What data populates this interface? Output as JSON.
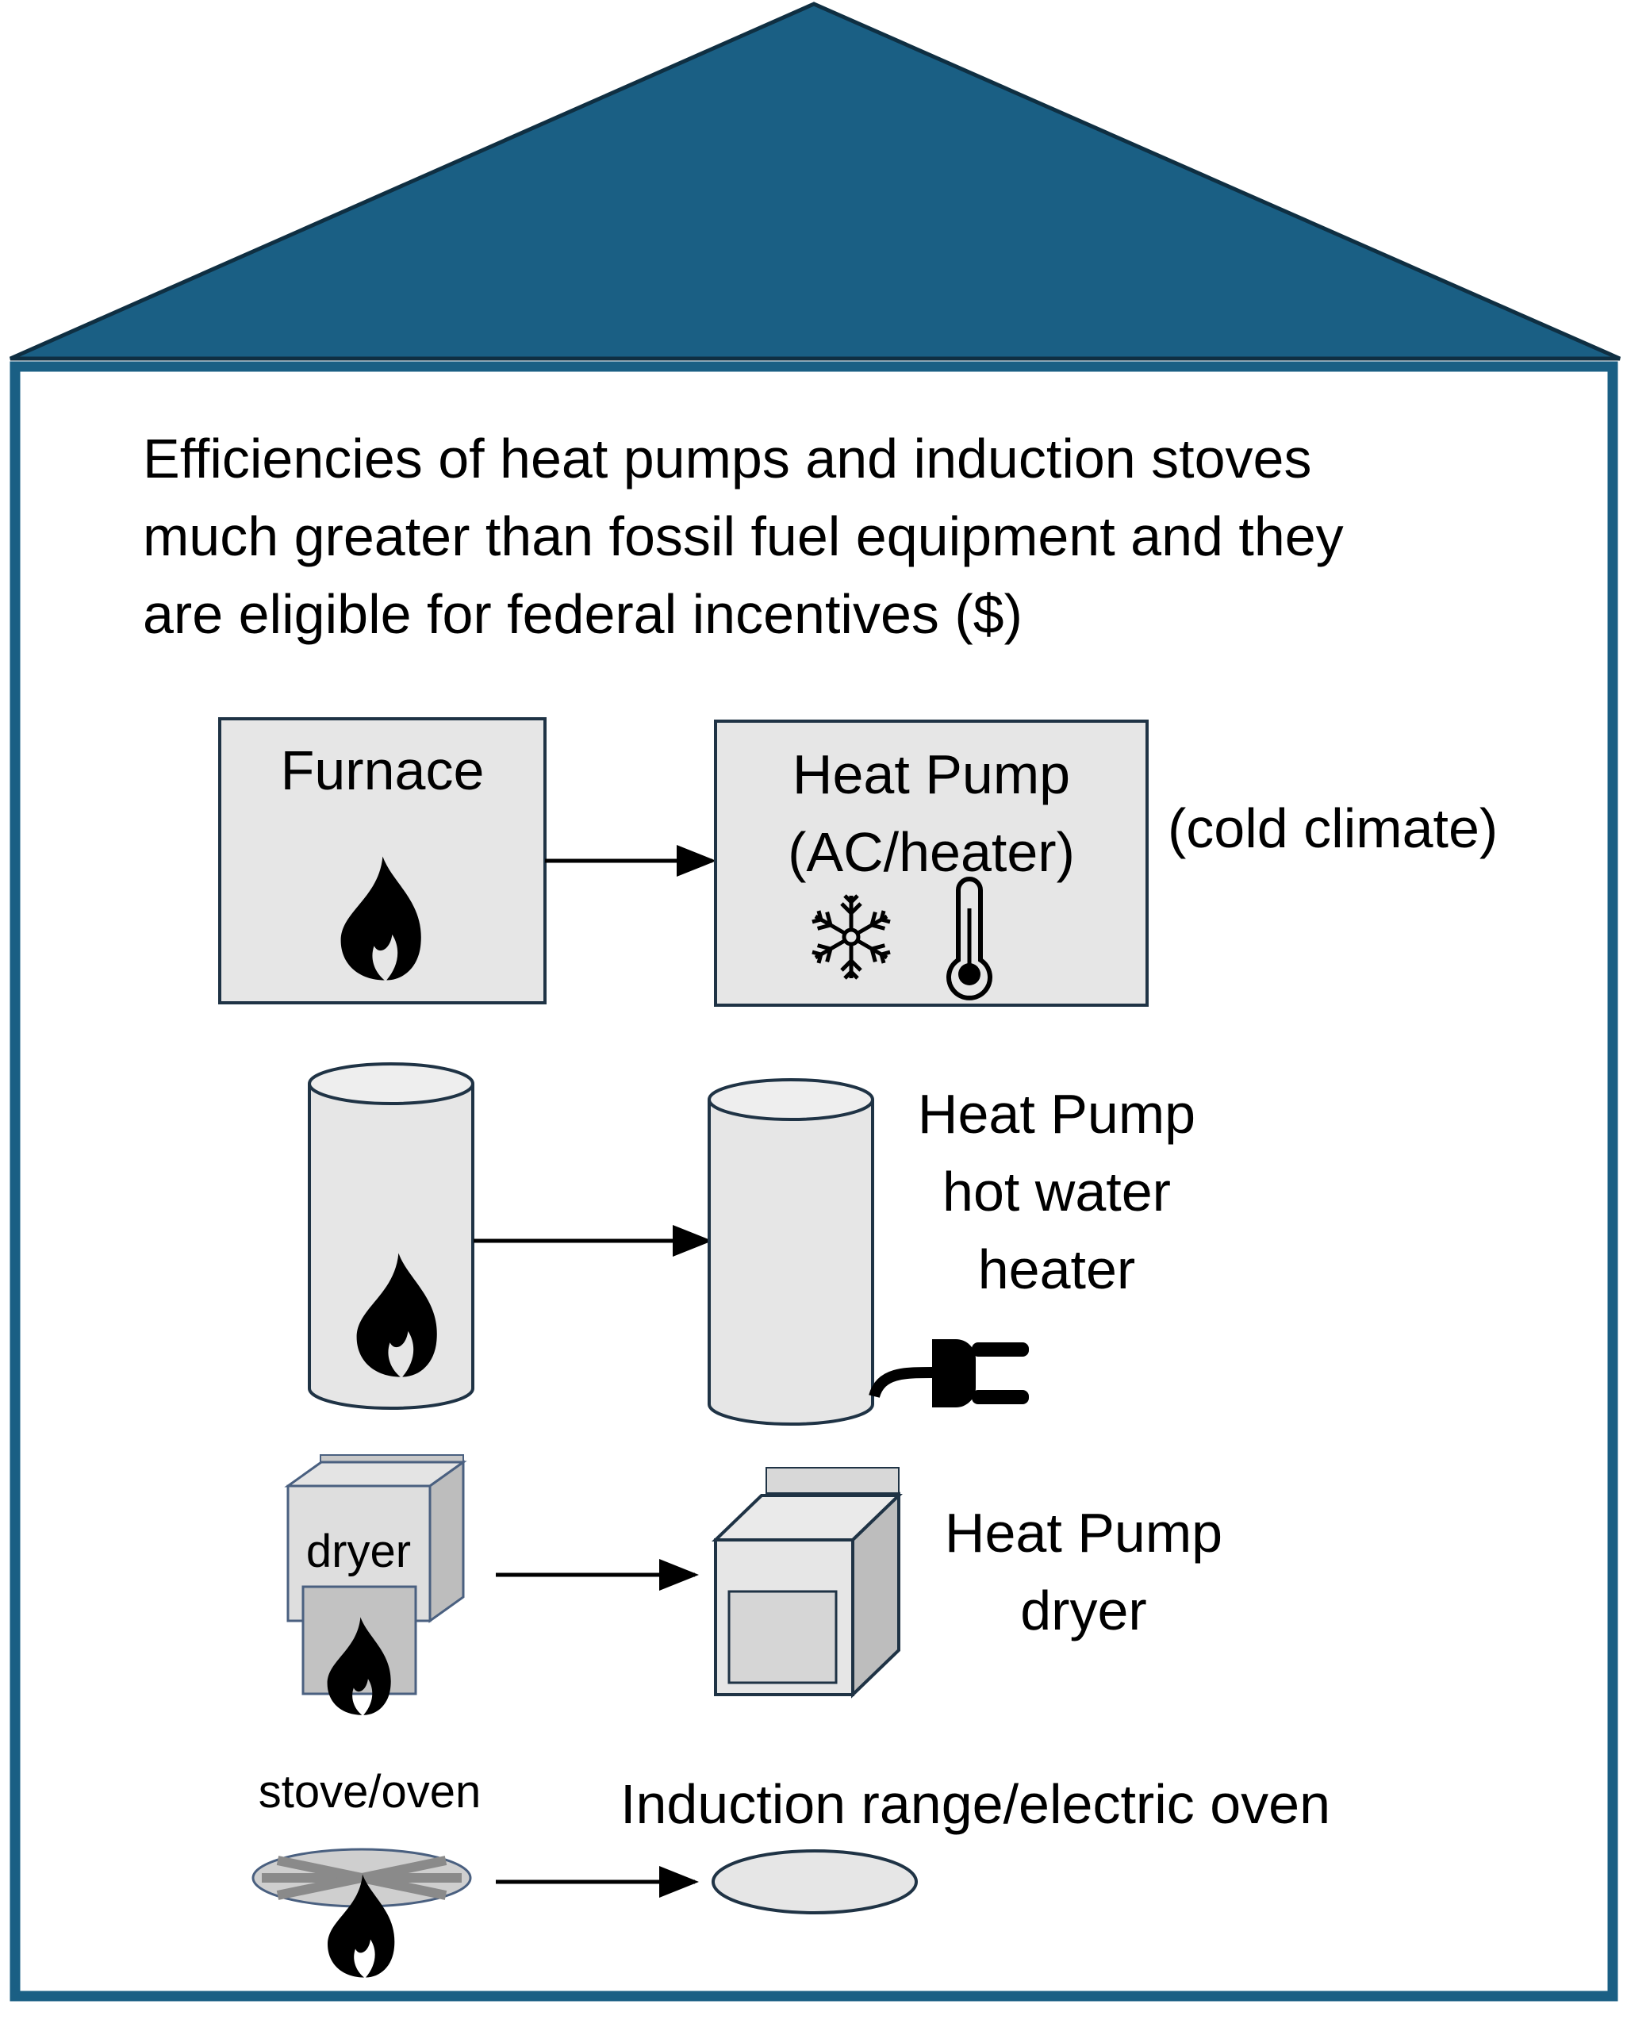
{
  "title": {
    "line1": "Efficiencies of heat pumps and induction stoves",
    "line2": "much greater than fossil fuel equipment and they",
    "line3": "are eligible for federal incentives ($)"
  },
  "rows": [
    {
      "from": {
        "label": "Furnace",
        "icon": "flame-icon"
      },
      "to": {
        "line1": "Heat Pump",
        "line2": "(AC/heater)",
        "icons": [
          "snowflake-icon",
          "thermometer-icon"
        ]
      },
      "note": "(cold climate)"
    },
    {
      "from": {
        "label": "",
        "icon": "flame-icon"
      },
      "to": {
        "line1": "Heat Pump",
        "line2": "hot water",
        "line3": "heater",
        "icon": "plug-icon"
      }
    },
    {
      "from": {
        "label": "dryer",
        "icon": "flame-icon"
      },
      "to": {
        "line1": "Heat Pump",
        "line2": "dryer"
      }
    },
    {
      "from": {
        "label": "stove/oven",
        "icon": "flame-icon"
      },
      "to": {
        "line1": "Induction range/electric oven"
      }
    }
  ],
  "colors": {
    "house": "#1a5f84",
    "box": "#e6e6e6",
    "box_border": "#1f3345"
  }
}
